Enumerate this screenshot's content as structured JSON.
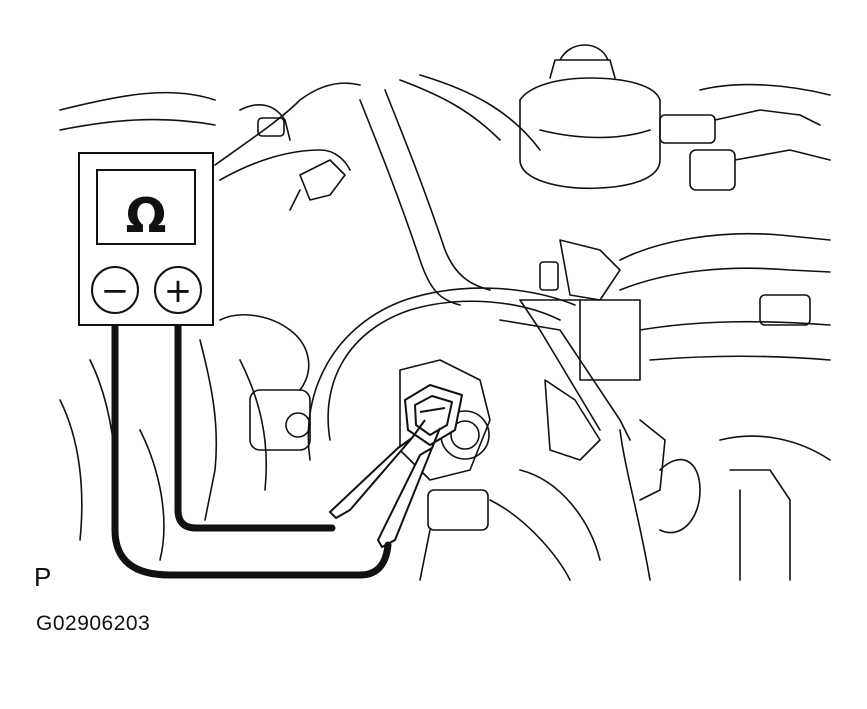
{
  "meter": {
    "display_symbol": "Ω",
    "negative_symbol": "−",
    "positive_symbol": "+"
  },
  "view_label": "P",
  "figure_code": "G02906203",
  "colors": {
    "line": "#111111",
    "background": "#ffffff"
  }
}
